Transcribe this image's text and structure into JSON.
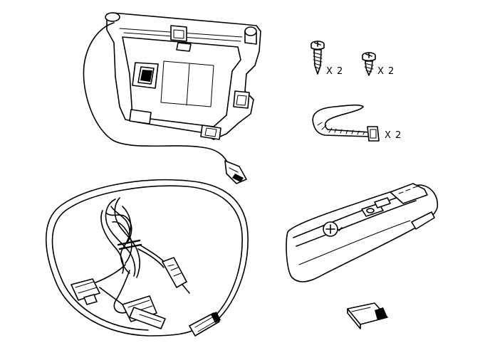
{
  "parts": {
    "screw_long": {
      "quantity": "X 2"
    },
    "screw_short": {
      "quantity": "X 2"
    },
    "cable_tie": {
      "quantity": "X 2"
    }
  }
}
